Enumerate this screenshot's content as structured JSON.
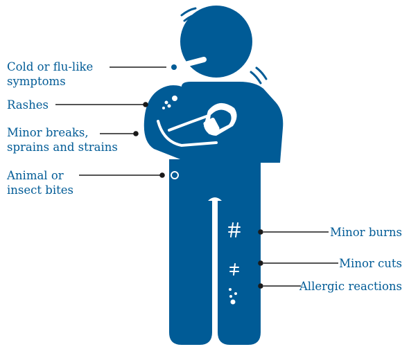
{
  "colors": {
    "figure": "#005b96",
    "text": "#005b96",
    "leader_line": "#1a1a1a",
    "background": "#ffffff"
  },
  "labels": {
    "cold_flu": "Cold or flu-like\nsymptoms",
    "rashes": "Rashes",
    "minor_breaks": "Minor breaks,\nsprains and strains",
    "animal_bites": "Animal or\ninsect bites",
    "minor_burns": "Minor burns",
    "minor_cuts": "Minor cuts",
    "allergic_reactions": "Allergic reactions"
  },
  "icons": [
    "person-figure-icon",
    "thermometer-icon",
    "arm-sling-icon",
    "bite-mark-icon",
    "burn-mark-icon",
    "cut-mark-icon",
    "rash-dots-icon"
  ]
}
